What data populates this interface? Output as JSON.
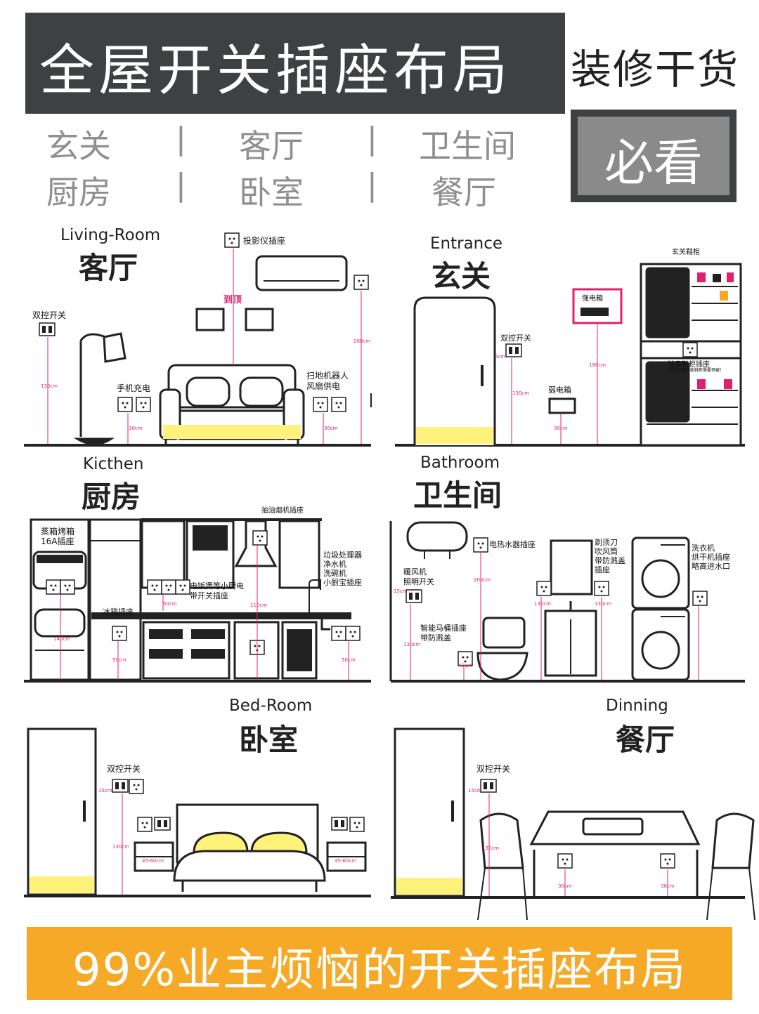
{
  "header": {
    "title": "全屋开关插座布局",
    "side_title": "装修干货",
    "rooms_row1": [
      "玄关",
      "客厅",
      "卫生间"
    ],
    "rooms_row2": [
      "厨房",
      "卧室",
      "餐厅"
    ],
    "separator": "|",
    "badge": "必看"
  },
  "panels": {
    "living": {
      "en": "Living-Room",
      "cn": "客厅",
      "projector_socket": "投影仪插座",
      "to_top": "到顶",
      "dual_switch": "双控开关",
      "phone_charge": "手机充电",
      "robot_fan_line1": "扫地机器人",
      "robot_fan_line2": "风扇供电",
      "h1": "130cm",
      "h2": "30cm",
      "h3": "30cm",
      "h4": "200cm"
    },
    "entrance": {
      "en": "Entrance",
      "cn": "玄关",
      "shoe_cabinet": "玄关鞋柜",
      "strong_box": "强电箱",
      "dual_switch": "双控开关",
      "weak_box": "弱电箱",
      "cabinet_socket_line1": "消毒鞋柜插座",
      "cabinet_socket_line2": "（需要消毒功能鞋柜需要预留）",
      "h1": "5cm",
      "h2": "130cm",
      "h3": "30cm",
      "h4": "180cm"
    },
    "kitchen": {
      "en": "Kicthen",
      "cn": "厨房",
      "hood_socket": "抽油烟机插座",
      "oven_line1": "蒸箱烤箱",
      "oven_line2": "16A插座",
      "disposer_line1": "垃圾处理器",
      "disposer_line2": "净水机",
      "disposer_line3": "洗碗机",
      "disposer_line4": "小厨宝插座",
      "appliance_line1": "电饭煲等小厨电",
      "appliance_line2": "带开关插座",
      "fridge_socket": "冰箱插座",
      "h1": "140cm",
      "h2": "50cm",
      "h3": "110cm",
      "h4": "50cm",
      "h5": "50cm"
    },
    "bathroom": {
      "en": "Bathroom",
      "cn": "卫生间",
      "heater_socket": "电热水器插座",
      "fan_line1": "暖风机",
      "fan_line2": "照明开关",
      "shaver_line1": "剃须刀",
      "shaver_line2": "吹风筒",
      "shaver_line3": "带防溅盖",
      "shaver_line4": "插座",
      "washer_line1": "洗衣机",
      "washer_line2": "烘干机插座",
      "washer_line3": "略高进水口",
      "toilet_line1": "智能马桶插座",
      "toilet_line2": "带防溅盖",
      "h1": "200cm",
      "h2": "130cm",
      "h3": "130cm",
      "h4": "130cm",
      "h5": "40cm",
      "h6": "15cm"
    },
    "bedroom": {
      "en": "Bed-Room",
      "cn": "卧室",
      "dual_switch": "双控开关",
      "h1": "15cm",
      "h2": "130cm",
      "nightstand": "45-60cm",
      "nightstand2": "45-60cm"
    },
    "dining": {
      "en": "Dinning",
      "cn": "餐厅",
      "dual_switch": "双控开关",
      "h1": "15cm",
      "h2": "130cm",
      "h3": "30cm",
      "h4": "30cm"
    }
  },
  "footer": {
    "text": "99%业主烦恼的开关插座布局"
  },
  "colors": {
    "header_bg": "#3e4042",
    "badge_bg": "#8a8a8a",
    "accent": "#f5a927",
    "highlight": "#fff27a",
    "dimension": "#e0206a"
  }
}
